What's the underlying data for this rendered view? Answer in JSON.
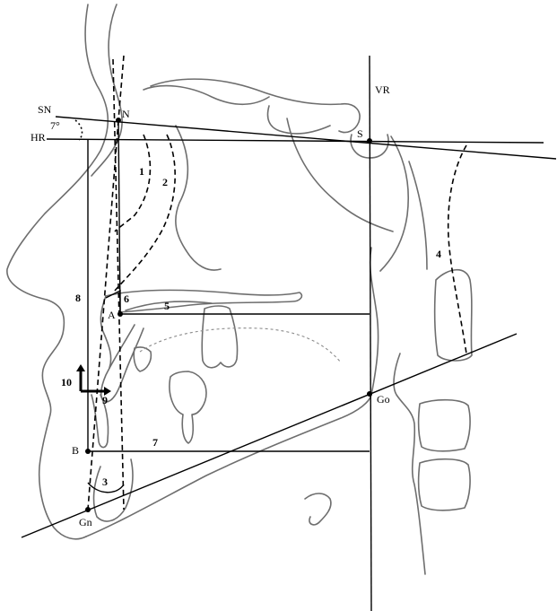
{
  "labels": {
    "sn": "SN",
    "hr": "HR",
    "angle": "7°",
    "n": "N",
    "s": "S",
    "vr": "VR",
    "a": "A",
    "b": "B",
    "gn": "Gn",
    "go": "Go",
    "m1": "1",
    "m2": "2",
    "m3": "3",
    "m4": "4",
    "m5": "5",
    "m6": "6",
    "m7": "7",
    "m8": "8",
    "m9": "9",
    "m10": "10"
  }
}
